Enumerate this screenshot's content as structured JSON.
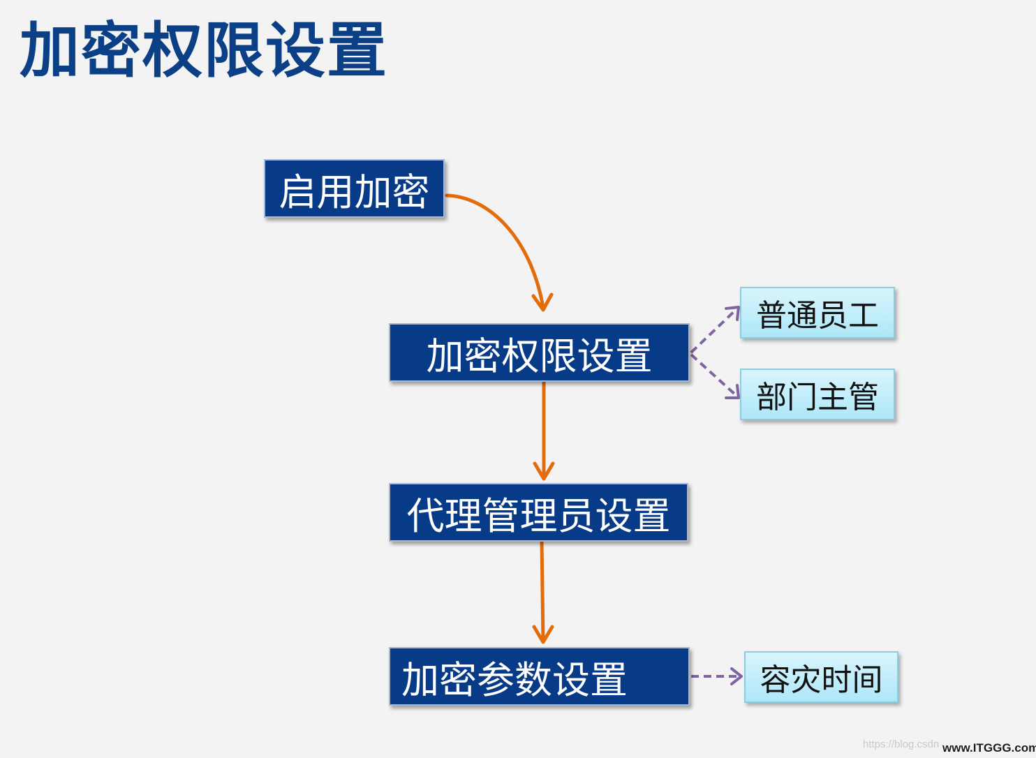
{
  "title": "加密权限设置",
  "nodes": {
    "enable_encryption": "启用加密",
    "permission_settings": "加密权限设置",
    "proxy_admin_settings": "代理管理员设置",
    "parameter_settings": "加密参数设置",
    "normal_employee": "普通员工",
    "department_manager": "部门主管",
    "disaster_time": "容灾时间"
  },
  "colors": {
    "title": "#0b3f86",
    "main_box": "#073a87",
    "sub_box": "#bdebfa",
    "main_arrow": "#e36c0a",
    "dashed_arrow": "#8064a2"
  },
  "watermark": {
    "url": "https://blog.csdn",
    "logo": "www.ITGGG.com"
  }
}
